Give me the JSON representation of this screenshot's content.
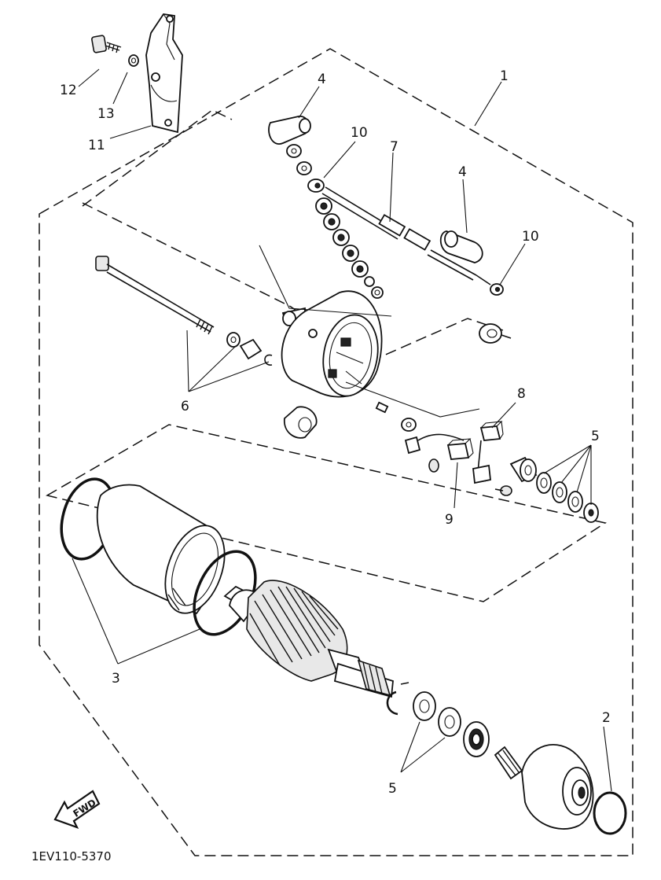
{
  "diagram": {
    "labels": {
      "p1": "1",
      "p2": "2",
      "p3": "3",
      "p4a": "4",
      "p4b": "4",
      "p5a": "5",
      "p5b": "5",
      "p6": "6",
      "p7": "7",
      "p8": "8",
      "p9": "9",
      "p10a": "10",
      "p10b": "10",
      "p11": "11",
      "p12": "12",
      "p13": "13"
    },
    "fwd_label": "FWD",
    "drawing_code": "1EV110-5370"
  }
}
